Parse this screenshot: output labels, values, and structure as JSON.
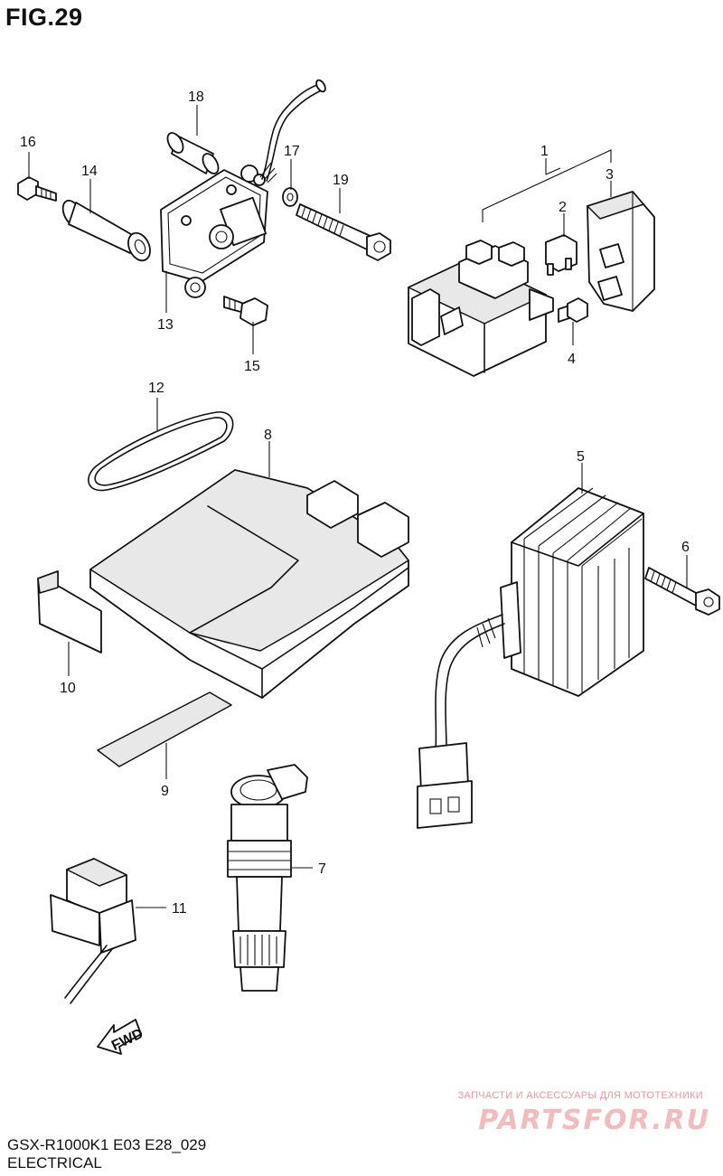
{
  "figure": {
    "title": "FIG.29"
  },
  "callouts": [
    {
      "id": "1",
      "text": "1"
    },
    {
      "id": "2",
      "text": "2"
    },
    {
      "id": "3",
      "text": "3"
    },
    {
      "id": "4",
      "text": "4"
    },
    {
      "id": "5",
      "text": "5"
    },
    {
      "id": "6",
      "text": "6"
    },
    {
      "id": "7",
      "text": "7"
    },
    {
      "id": "8",
      "text": "8"
    },
    {
      "id": "9",
      "text": "9"
    },
    {
      "id": "10",
      "text": "10"
    },
    {
      "id": "11",
      "text": "11"
    },
    {
      "id": "12",
      "text": "12"
    },
    {
      "id": "13",
      "text": "13"
    },
    {
      "id": "14",
      "text": "14"
    },
    {
      "id": "15",
      "text": "15"
    },
    {
      "id": "16",
      "text": "16"
    },
    {
      "id": "17",
      "text": "17"
    },
    {
      "id": "18",
      "text": "18"
    },
    {
      "id": "19",
      "text": "19"
    }
  ],
  "direction_arrow": {
    "text": "FWD"
  },
  "footer": {
    "model_code": "GSX-R1000K1 E03 E28_029",
    "section_name": "ELECTRICAL"
  },
  "watermark": {
    "tagline": "ЗАПЧАСТИ И АКСЕССУАРЫ ДЛЯ МОТОТЕХНИКИ",
    "logo": "PARTSFOR.RU"
  }
}
